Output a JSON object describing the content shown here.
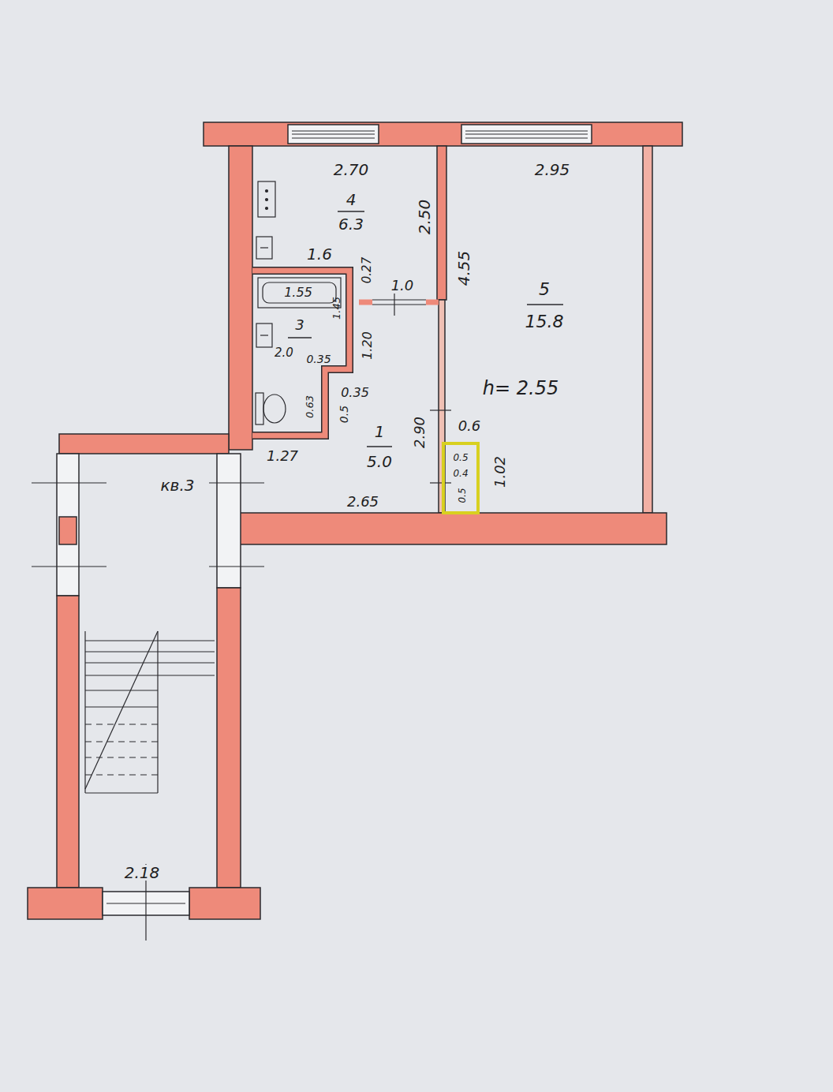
{
  "diagram": {
    "labels": [
      "2.70",
      "4",
      "6.3",
      "2.50",
      "2.95",
      "1.6",
      "0.27",
      "1.0",
      "4.55",
      "5",
      "15.8",
      "1.55",
      "1.45",
      "3",
      "2.0",
      "0.35",
      "1.20",
      "0.35",
      "0.63",
      "0.5",
      "1",
      "5.0",
      "2.90",
      "0.6",
      "h= 2.55",
      "1.27",
      "2.65",
      "0.5",
      "0.4",
      "0.5",
      "1.02",
      "кв.3",
      "2.18"
    ]
  }
}
